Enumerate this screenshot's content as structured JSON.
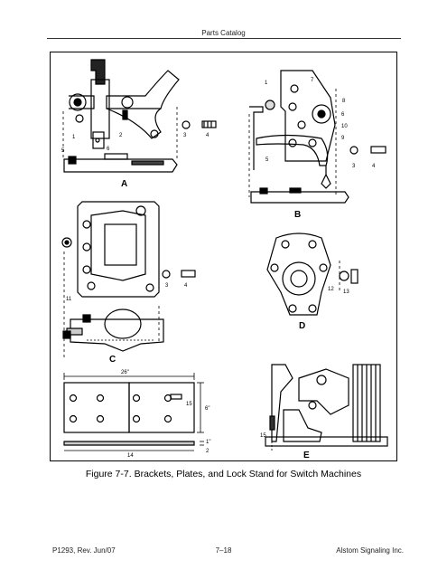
{
  "header": {
    "title": "Parts Catalog"
  },
  "figure": {
    "caption": "Figure 7-7.  Brackets, Plates, and Lock Stand for Switch Machines",
    "panels": [
      {
        "letter": "A",
        "callouts": [
          "1",
          "2",
          "3",
          "4",
          "5",
          "6"
        ]
      },
      {
        "letter": "B",
        "callouts": [
          "1",
          "7",
          "8",
          "9",
          "10",
          "5",
          "3",
          "4",
          "6"
        ]
      },
      {
        "letter": "C",
        "callouts": [
          "3",
          "4",
          "11"
        ]
      },
      {
        "letter": "D",
        "callouts": [
          "12",
          "13"
        ]
      },
      {
        "letter": "E",
        "callouts": [
          "15"
        ]
      },
      {
        "letter": "",
        "callouts": [
          "15",
          "14"
        ],
        "dimensions": [
          "26\"",
          "6\"",
          "1\"",
          "2"
        ]
      }
    ]
  },
  "footer": {
    "left": "P1293, Rev. Jun/07",
    "center": "7–18",
    "right": "Alstom Signaling Inc."
  }
}
